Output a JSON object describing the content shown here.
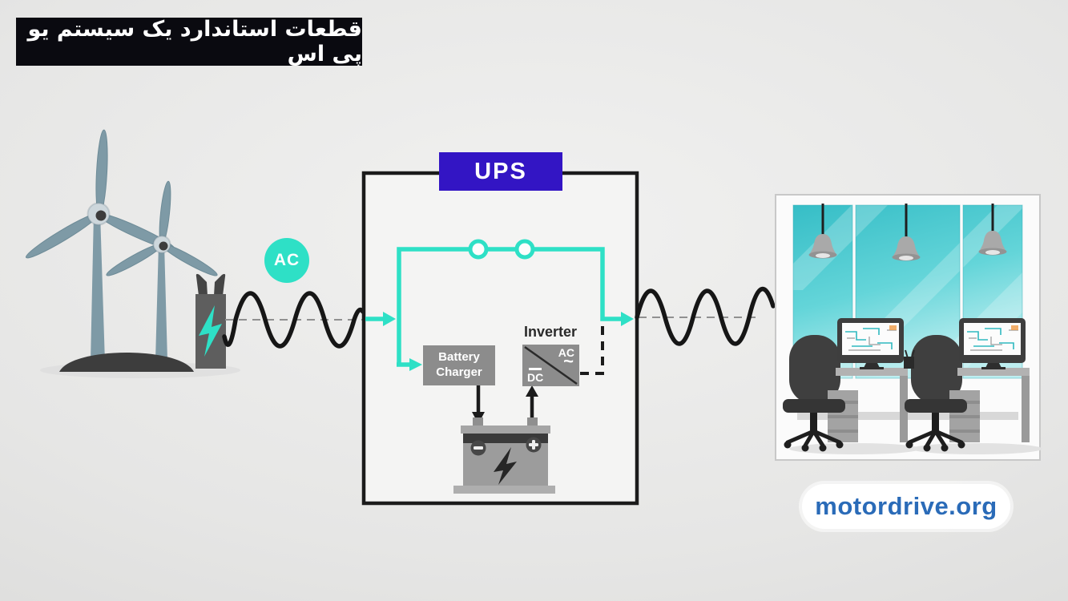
{
  "title": {
    "text": "قطعات استاندارد یک سیستم یو پی اس"
  },
  "ups": {
    "label": "UPS"
  },
  "signals": {
    "ac_badge": "AC"
  },
  "components": {
    "battery_charger": {
      "line1": "Battery",
      "line2": "Charger"
    },
    "inverter": {
      "label": "Inverter",
      "output": "AC",
      "output_symbol": "~",
      "input": "DC"
    }
  },
  "watermark": {
    "text": "motordrive.org"
  },
  "colors": {
    "teal_accent": "#2EE0C6",
    "ups_blue": "#3315C4",
    "banner_black": "#0A0A10",
    "component_gray": "#8C8C8C",
    "wire_black": "#1B1B1B",
    "watermark_blue": "#2A6BB8",
    "window_teal": "#4FC9CF"
  }
}
